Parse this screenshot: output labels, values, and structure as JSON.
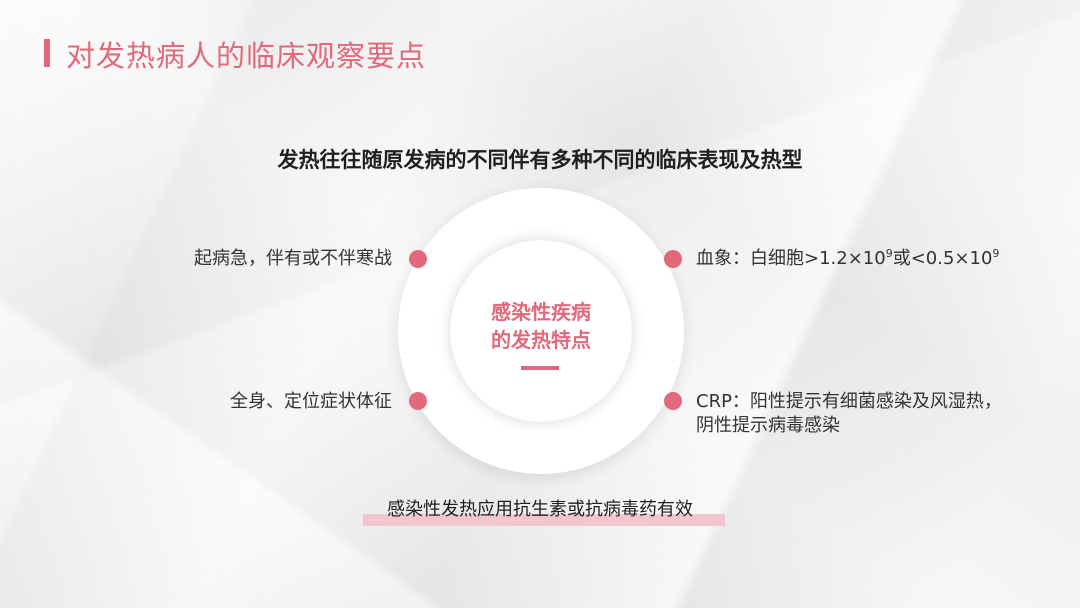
{
  "header": {
    "title": "对发热病人的临床观察要点",
    "accent_color": "#e06a7c"
  },
  "subtitle": "发热往往随原发病的不同伴有多种不同的临床表现及热型",
  "center": {
    "line1": "感染性疾病",
    "line2": "的发热特点"
  },
  "points": {
    "top_left": "起病急，伴有或不伴寒战",
    "bottom_left": "全身、定位症状体征",
    "top_right": {
      "prefix": "血象：白细胞>1.2×10",
      "exp1": "9",
      "middle": "或<0.5×10",
      "exp2": "9"
    },
    "bottom_right": "CRP：阳性提示有细菌感染及风湿热，阴性提示病毒感染"
  },
  "footer": "感染性发热应用抗生素或抗病毒药有效"
}
